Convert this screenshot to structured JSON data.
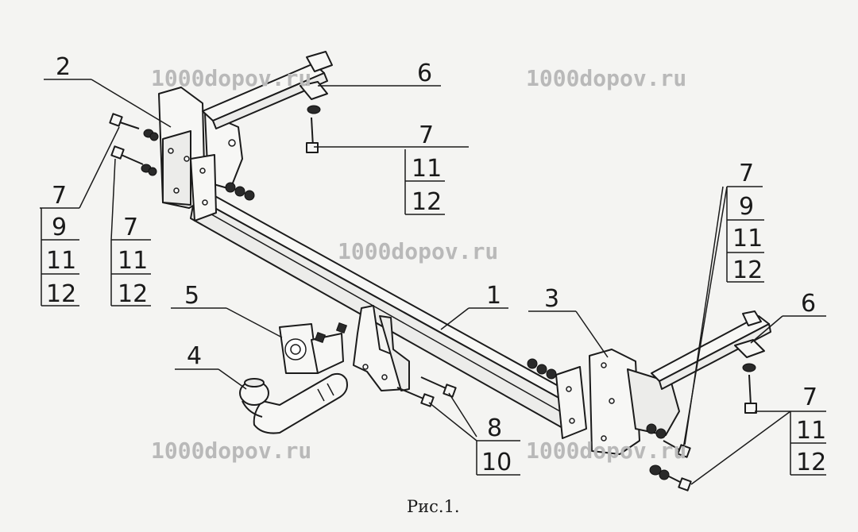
{
  "watermarks": [
    "1000dopov.ru",
    "1000dopov.ru",
    "1000dopov.ru",
    "1000dopov.ru",
    "1000dopov.ru"
  ],
  "callouts": {
    "c1": "1",
    "c2": "2",
    "c3": "3",
    "c4": "4",
    "c5": "5",
    "c6_top": "6",
    "c6_right": "6",
    "stack_top": [
      "7",
      "11",
      "12"
    ],
    "stack_left_a": [
      "7",
      "9",
      "11",
      "12"
    ],
    "stack_left_b": [
      "7",
      "11",
      "12"
    ],
    "stack_right_a": [
      "7",
      "9",
      "11",
      "12"
    ],
    "stack_right_b": [
      "7",
      "11",
      "12"
    ],
    "stack_bottom": [
      "8",
      "10"
    ]
  },
  "caption": "Рис.1."
}
